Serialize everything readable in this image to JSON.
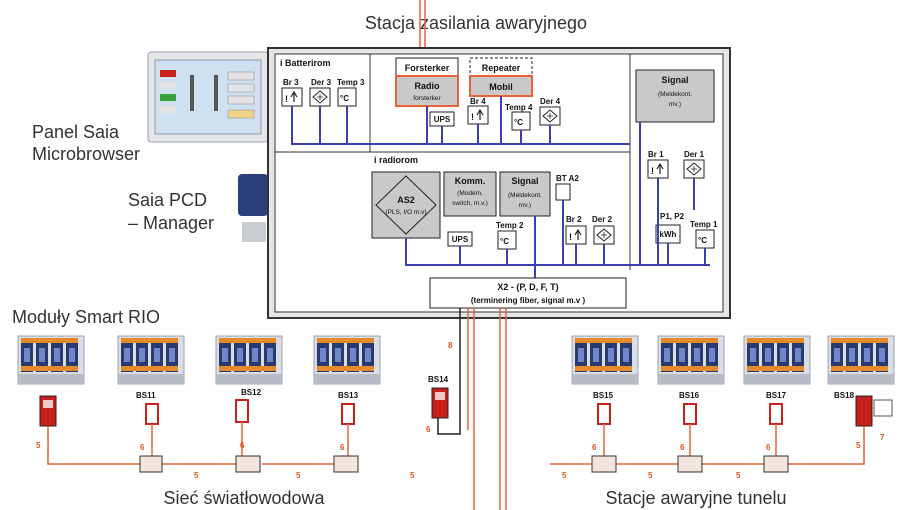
{
  "captions": {
    "top": "Stacja zasilania awaryjnego",
    "panel_line1": "Panel Saia",
    "panel_line2": "Microbrowser",
    "pcd_line1": "Saia PCD",
    "pcd_line2": "– Manager",
    "modules": "Moduły Smart RIO",
    "fiber": "Sieć światłowodowa",
    "stations": "Stacje awaryjne tunelu"
  },
  "cabinet": {
    "batterirom": "i Batterirom",
    "radiorom": "i radiorom",
    "forsterker": "Forsterker",
    "radio_l1": "Radio",
    "radio_l2": "forsterker",
    "repeater": "Repeater",
    "mobil": "Mobil",
    "signal_l1": "Signal",
    "signal_l2": "(Meldekont.",
    "signal_l3": "mv.)",
    "as2_l1": "AS2",
    "as2_l2": "(PLS, I/O m.v)",
    "komm_l1": "Komm.",
    "komm_l2": "(Modem,",
    "komm_l3": "switch, m.v.)",
    "signal2_l1": "Signal",
    "signal2_l2": "(Meldekont.",
    "signal2_l3": "mv.)",
    "x2_l1": "X2 - (P, D, F, T)",
    "x2_l2": "(terminering fiber, signal m.v )"
  },
  "sensors": {
    "br3": "Br 3",
    "der3": "Der 3",
    "temp3": "Temp 3",
    "ups1": "UPS",
    "br4": "Br 4",
    "temp4": "Temp 4",
    "der4": "Der 4",
    "br1": "Br 1",
    "der1": "Der 1",
    "ups2": "UPS",
    "temp2": "Temp 2",
    "bta2": "BT A2",
    "br2": "Br 2",
    "der2": "Der 2",
    "p1p2": "P1, P2",
    "kwh": "kWh",
    "temp1": "Temp 1",
    "deg_c": "°C"
  },
  "stations": {
    "bs11": "BS11",
    "bs12": "BS12",
    "bs13": "BS13",
    "bs14": "BS14",
    "bs15": "BS15",
    "bs16": "BS16",
    "bs17": "BS17",
    "bs18": "BS18"
  },
  "fiber_numbers": {
    "n5": "5",
    "n6": "6",
    "n7": "7",
    "n8": "8"
  },
  "colors": {
    "bus": "#3b3fb0",
    "fiber": "#e8623a",
    "station": "#c8201c",
    "cabinet_border": "#333333"
  }
}
